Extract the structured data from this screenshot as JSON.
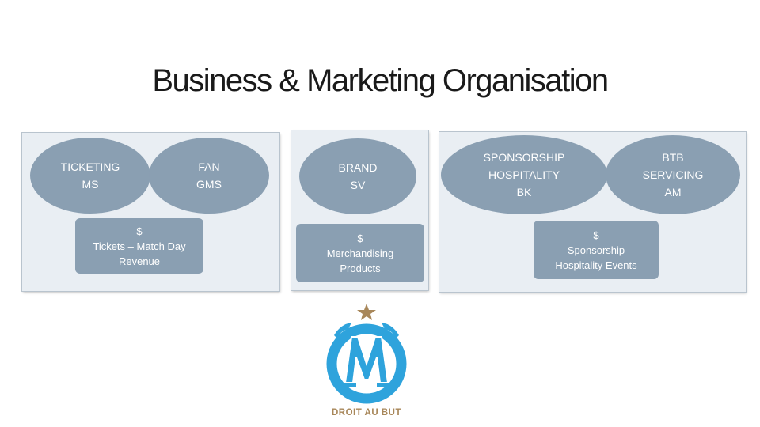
{
  "title": "Business & Marketing Organisation",
  "panels": {
    "left": {
      "ellipse_ticketing": {
        "line1": "TICKETING",
        "line2": "MS"
      },
      "ellipse_fan": {
        "line1": "FAN",
        "line2": "GMS"
      },
      "revenue_box": {
        "line1": "$",
        "line2": "Tickets – Match Day",
        "line3": "Revenue"
      }
    },
    "middle": {
      "ellipse_brand": {
        "line1": "BRAND",
        "line2": "SV"
      },
      "revenue_box": {
        "line1": "$",
        "line2": "Merchandising",
        "line3": "Products"
      }
    },
    "right": {
      "ellipse_sponsorship": {
        "line1": "SPONSORSHIP",
        "line2": "HOSPITALITY",
        "line3": "BK"
      },
      "ellipse_btb": {
        "line1": "BTB",
        "line2": "SERVICING",
        "line3": "AM"
      },
      "revenue_box": {
        "line1": "$",
        "line2": "Sponsorship",
        "line3": "Hospitality Events"
      }
    }
  },
  "logo": {
    "motto": "DROIT AU BUT",
    "icon": "om-crest-icon"
  },
  "colors": {
    "panel_bg": "#e9eef3",
    "shape_fill": "#8a9fb2",
    "logo_blue": "#2ea3dc",
    "star_gold": "#a8875a"
  }
}
